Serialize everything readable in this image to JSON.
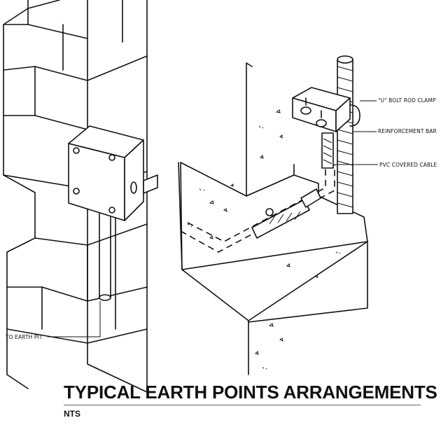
{
  "title": "TYPICAL EARTH POINTS ARRANGEMENTS",
  "scale_note": "NTS",
  "labels": {
    "u_bolt": "\"U\" BOLT ROD CLAMP",
    "rebar": "REINFORCEMENT BAR",
    "pvc_cable": "PVC COVERED CABLE",
    "earth_pit": "TO EARTH PIT"
  }
}
